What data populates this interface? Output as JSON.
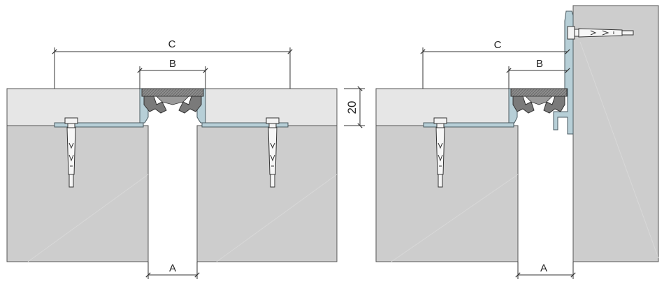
{
  "labels": {
    "a": "A",
    "b": "B",
    "c": "C",
    "height": "20"
  },
  "colors": {
    "substrate": "#cfcfcf",
    "screed": "#e4e4e4",
    "profile": "#b8d0d8",
    "insert": "#8a8a8a",
    "line": "#444444"
  }
}
